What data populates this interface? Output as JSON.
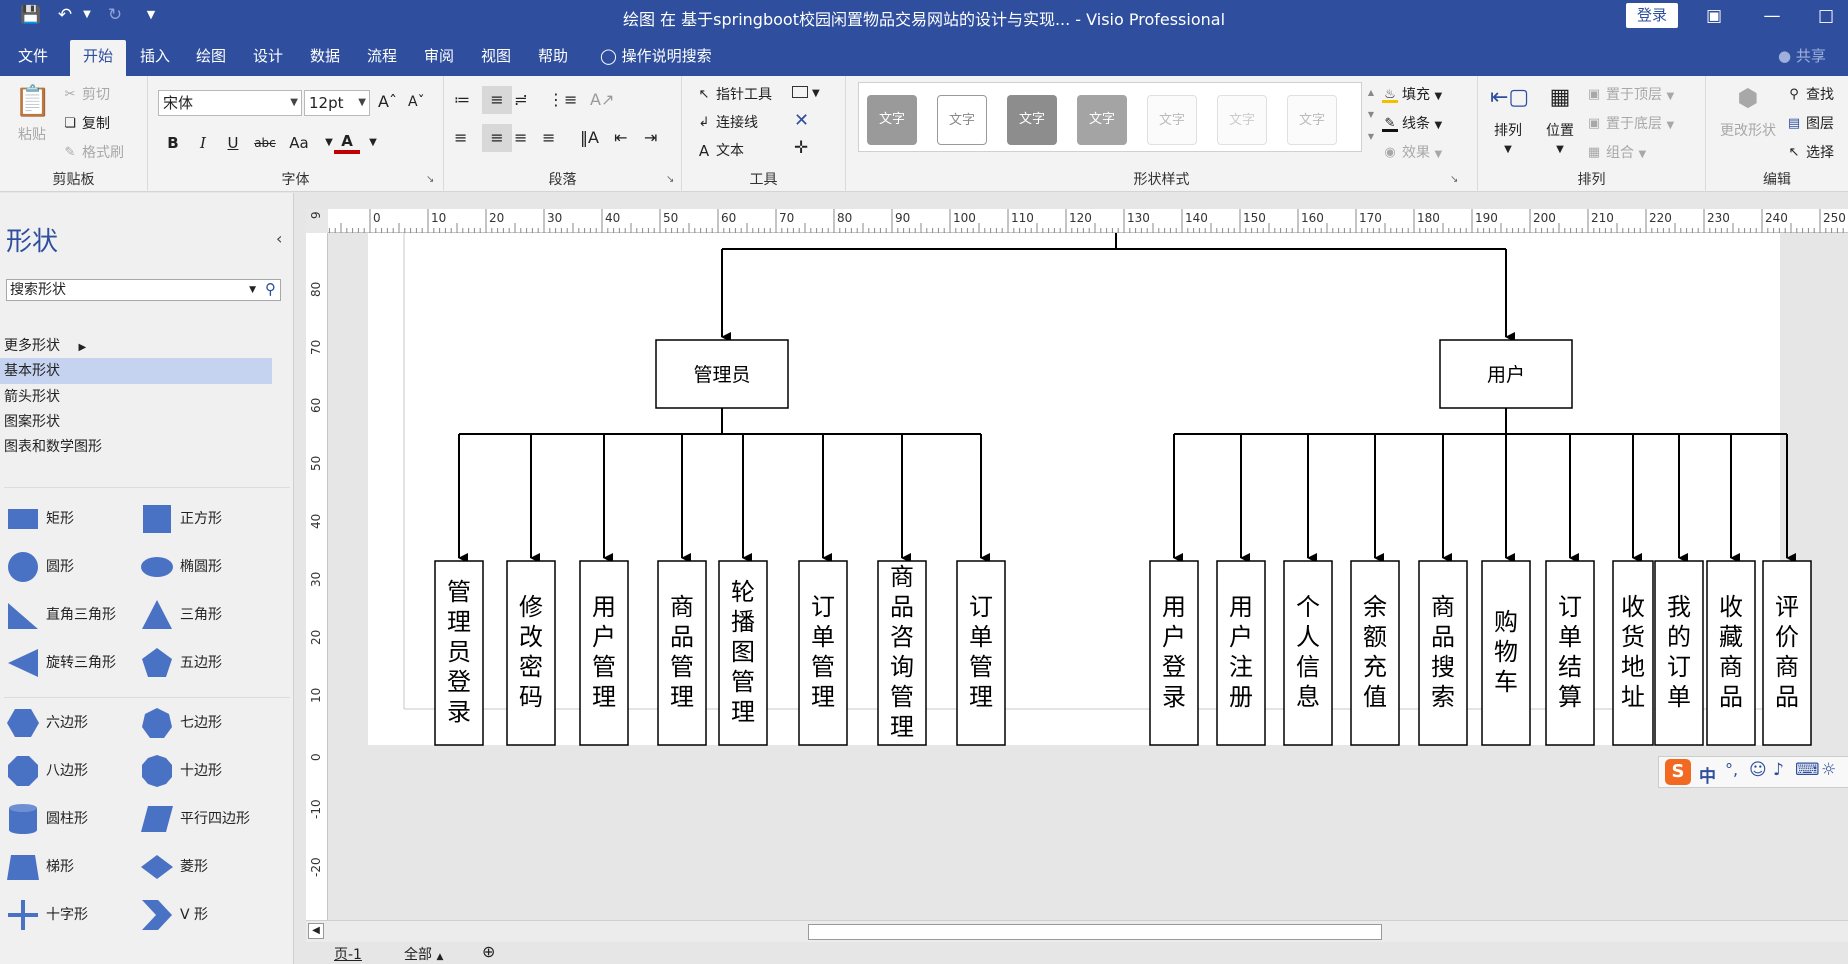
{
  "title_bar": {
    "title": "绘图 在 基于springboot校园闲置物品交易网站的设计与实现...  -  Visio Professional",
    "login_label": "登录",
    "save_icon": "save-icon",
    "undo_icon": "undo-icon",
    "redo_icon": "redo-icon"
  },
  "tabs": [
    {
      "label": "文件",
      "active": false
    },
    {
      "label": "开始",
      "active": true
    },
    {
      "label": "插入",
      "active": false
    },
    {
      "label": "绘图",
      "active": false
    },
    {
      "label": "设计",
      "active": false
    },
    {
      "label": "数据",
      "active": false
    },
    {
      "label": "流程",
      "active": false
    },
    {
      "label": "审阅",
      "active": false
    },
    {
      "label": "视图",
      "active": false
    },
    {
      "label": "帮助",
      "active": false
    }
  ],
  "tell_me": "操作说明搜索",
  "share": "共享",
  "ribbon": {
    "clipboard": {
      "label": "剪贴板",
      "paste": "粘贴",
      "cut": "剪切",
      "copy": "复制",
      "format_painter": "格式刷"
    },
    "font": {
      "label": "字体",
      "font_name": "宋体",
      "font_size": "12pt",
      "bold": "B",
      "italic": "I",
      "underline": "U",
      "strike": "abc",
      "case": "Aa",
      "color": "A"
    },
    "paragraph": {
      "label": "段落"
    },
    "tools": {
      "label": "工具",
      "pointer": "指针工具",
      "connector": "连接线",
      "text": "文本"
    },
    "shape_styles": {
      "label": "形状样式",
      "swatch_text": "文字",
      "fill": "填充",
      "line": "线条",
      "effects": "效果"
    },
    "arrange": {
      "label": "排列",
      "arrange": "排列",
      "position": "位置",
      "bring_front": "置于顶层",
      "send_back": "置于底层",
      "group": "组合"
    },
    "editing": {
      "label": "编辑",
      "change_shape": "更改形状",
      "find": "查找",
      "layers": "图层",
      "select": "选择"
    }
  },
  "shapes_pane": {
    "title": "形状",
    "search_placeholder": "搜索形状",
    "stencils": [
      {
        "label": "更多形状",
        "selected": false
      },
      {
        "label": "基本形状",
        "selected": true
      },
      {
        "label": "箭头形状",
        "selected": false
      },
      {
        "label": "图案形状",
        "selected": false
      },
      {
        "label": "图表和数学图形",
        "selected": false
      }
    ],
    "shapes": [
      "矩形",
      "正方形",
      "圆形",
      "椭圆形",
      "直角三角形",
      "三角形",
      "旋转三角形",
      "五边形",
      "六边形",
      "七边形",
      "八边形",
      "十边形",
      "圆柱形",
      "平行四边形",
      "梯形",
      "菱形",
      "十字形",
      "V 形"
    ]
  },
  "ruler": {
    "top": [
      "0",
      "10",
      "20",
      "30",
      "40",
      "50",
      "60",
      "70",
      "80",
      "90",
      "100",
      "110",
      "120",
      "130",
      "140",
      "150",
      "160",
      "170",
      "180",
      "190",
      "200",
      "210",
      "220",
      "230",
      "240",
      "250"
    ],
    "left": [
      "9",
      "80",
      "70",
      "60",
      "50",
      "40",
      "30",
      "20",
      "10",
      "0",
      "-10",
      "-20"
    ]
  },
  "diagram": {
    "admin": "管理员",
    "user": "用户",
    "admin_children": [
      "管理员登录",
      "修改密码",
      "用户管理",
      "商品管理",
      "轮播图管理",
      "订单管理",
      "商品咨询管理",
      "订单管理"
    ],
    "user_children": [
      "用户登录",
      "用户注册",
      "个人信息",
      "余额充值",
      "商品搜索",
      "购物车",
      "订单结算",
      "收货地址",
      "我的订单",
      "收藏商品",
      "评价商品"
    ]
  },
  "status": {
    "page": "页-1",
    "all": "全部"
  },
  "ime": {
    "label": "中"
  },
  "colors": {
    "accent": "#2f4f9e",
    "shape_blue": "#4a72c4",
    "selected_stencil": "#c5d3f1"
  }
}
